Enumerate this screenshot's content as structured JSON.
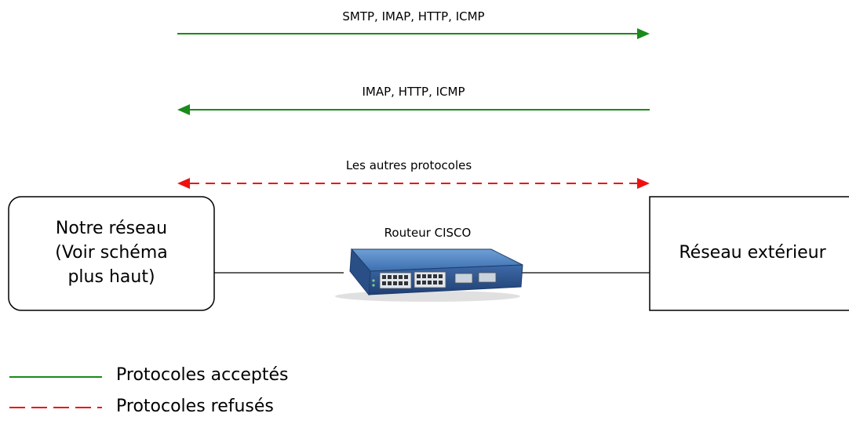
{
  "arrows": {
    "outbound_label": "SMTP, IMAP, HTTP, ICMP",
    "inbound_label": "IMAP, HTTP, ICMP",
    "refused_label": "Les autres protocoles"
  },
  "nodes": {
    "left_line1": "Notre réseau",
    "left_line2": "(Voir schéma",
    "left_line3": "plus haut)",
    "right": "Réseau extérieur"
  },
  "router": {
    "label": "Routeur CISCO"
  },
  "legend": {
    "accepted": "Protocoles acceptés",
    "refused": "Protocoles refusés"
  },
  "colors": {
    "accepted": "#1a8a1a",
    "refused": "#ee1111",
    "router_body": "#2f5f9c"
  }
}
